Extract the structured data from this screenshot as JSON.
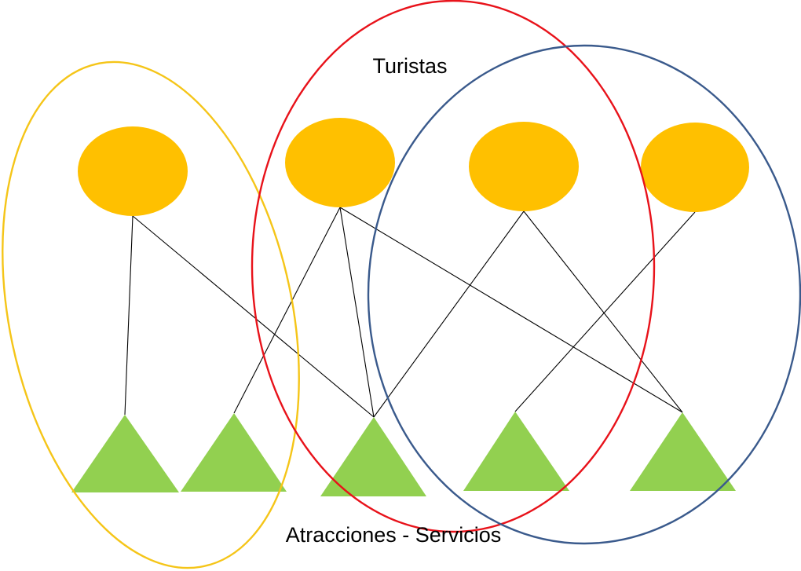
{
  "labels": {
    "top": "Turistas",
    "bottom": "Atracciones - Servicios"
  },
  "colors": {
    "tourist_node": "#FFC000",
    "attraction_node": "#92D050",
    "group_yellow": "#F5C518",
    "group_red": "#E8121A",
    "group_blue": "#3A5A8C",
    "edge": "#000000"
  },
  "tourists": [
    "t1",
    "t2",
    "t3",
    "t4"
  ],
  "attractions": [
    "a1",
    "a2",
    "a3",
    "a4",
    "a5"
  ],
  "edges": [
    {
      "from": "t1",
      "to": "a1"
    },
    {
      "from": "t1",
      "to": "a3"
    },
    {
      "from": "t2",
      "to": "a2"
    },
    {
      "from": "t2",
      "to": "a3"
    },
    {
      "from": "t2",
      "to": "a5"
    },
    {
      "from": "t3",
      "to": "a3"
    },
    {
      "from": "t3",
      "to": "a5"
    },
    {
      "from": "t4",
      "to": "a4"
    }
  ],
  "groups": [
    {
      "id": "yellow",
      "color_key": "group_yellow"
    },
    {
      "id": "red",
      "color_key": "group_red"
    },
    {
      "id": "blue",
      "color_key": "group_blue"
    }
  ]
}
